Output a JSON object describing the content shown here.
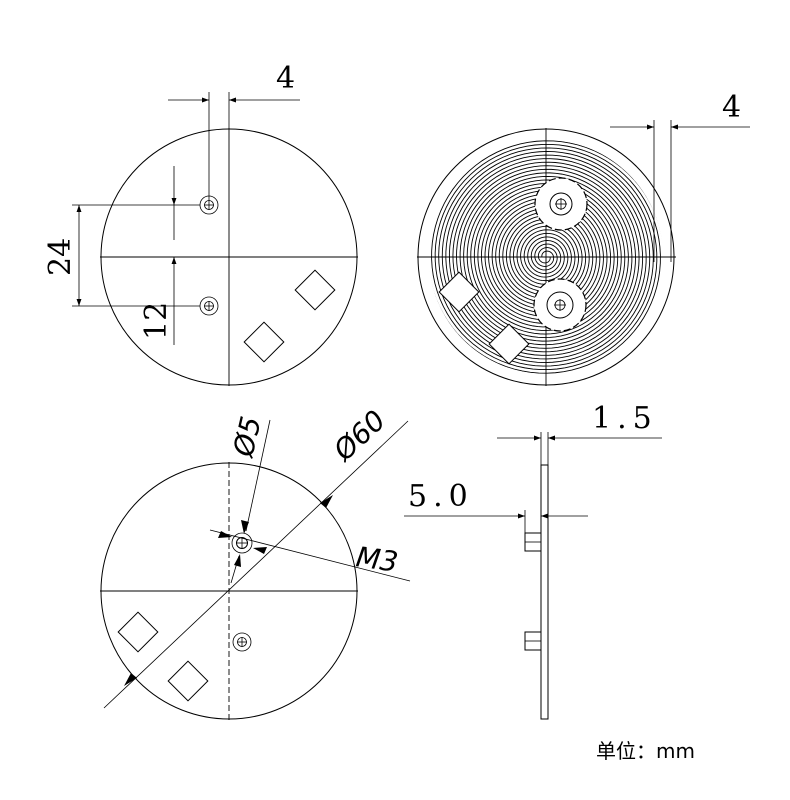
{
  "dimensions": {
    "top_left_width": "4",
    "top_left_spacing_outer": "24",
    "top_left_spacing_inner": "12",
    "top_right_width": "4",
    "diameter_hole": "Ø5",
    "diameter_disc": "Ø60",
    "thread": "M3",
    "thickness": "1.5",
    "stud_height": "5.0"
  },
  "unit_label": "单位：mm"
}
